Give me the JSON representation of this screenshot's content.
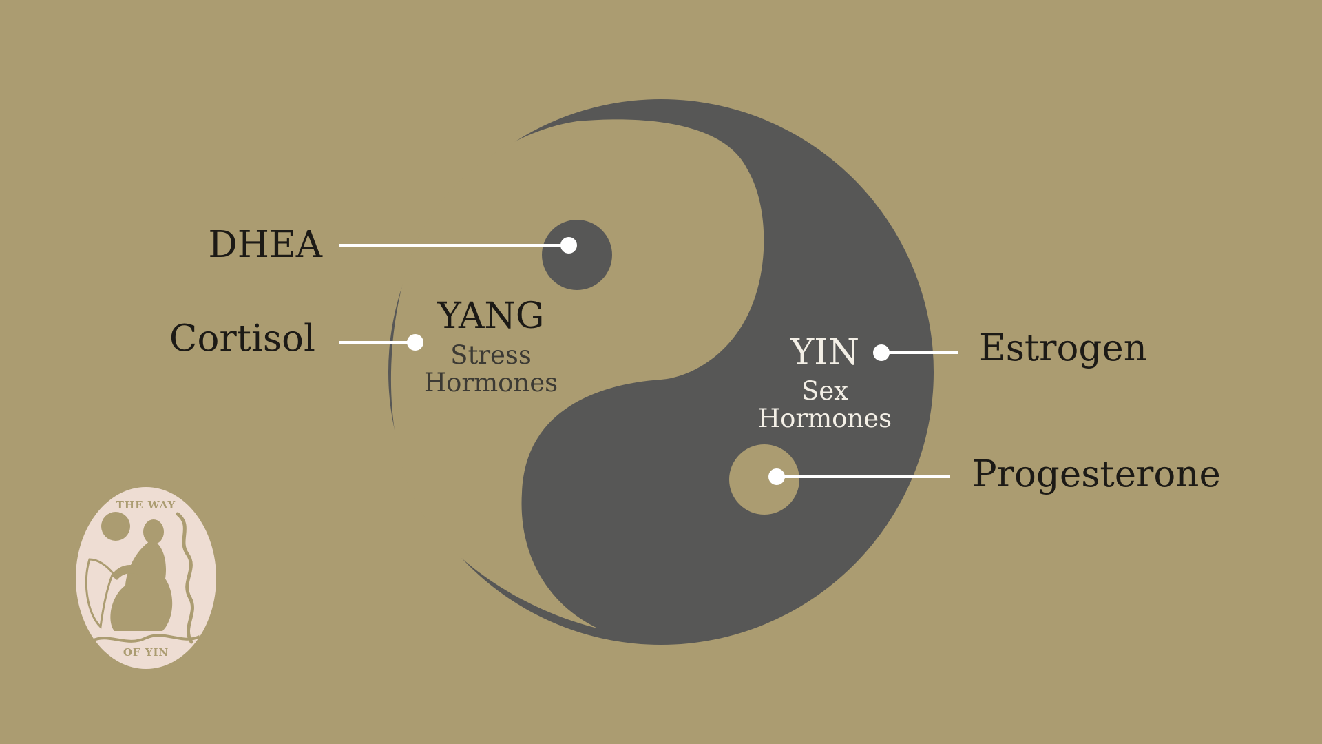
{
  "colors": {
    "background": "#AB9C71",
    "yin_dark": "#575756",
    "connector": "#FFFFFF",
    "logo": "#EEDDD3"
  },
  "yang": {
    "title": "YANG",
    "subtitle_line1": "Stress",
    "subtitle_line2": "Hormones"
  },
  "yin": {
    "title": "YIN",
    "subtitle_line1": "Sex",
    "subtitle_line2": "Hormones"
  },
  "hormones": {
    "dhea": "DHEA",
    "cortisol": "Cortisol",
    "estrogen": "Estrogen",
    "progesterone": "Progesterone"
  },
  "logo": {
    "top_text": "THE WAY",
    "bottom_text": "OF YIN"
  }
}
